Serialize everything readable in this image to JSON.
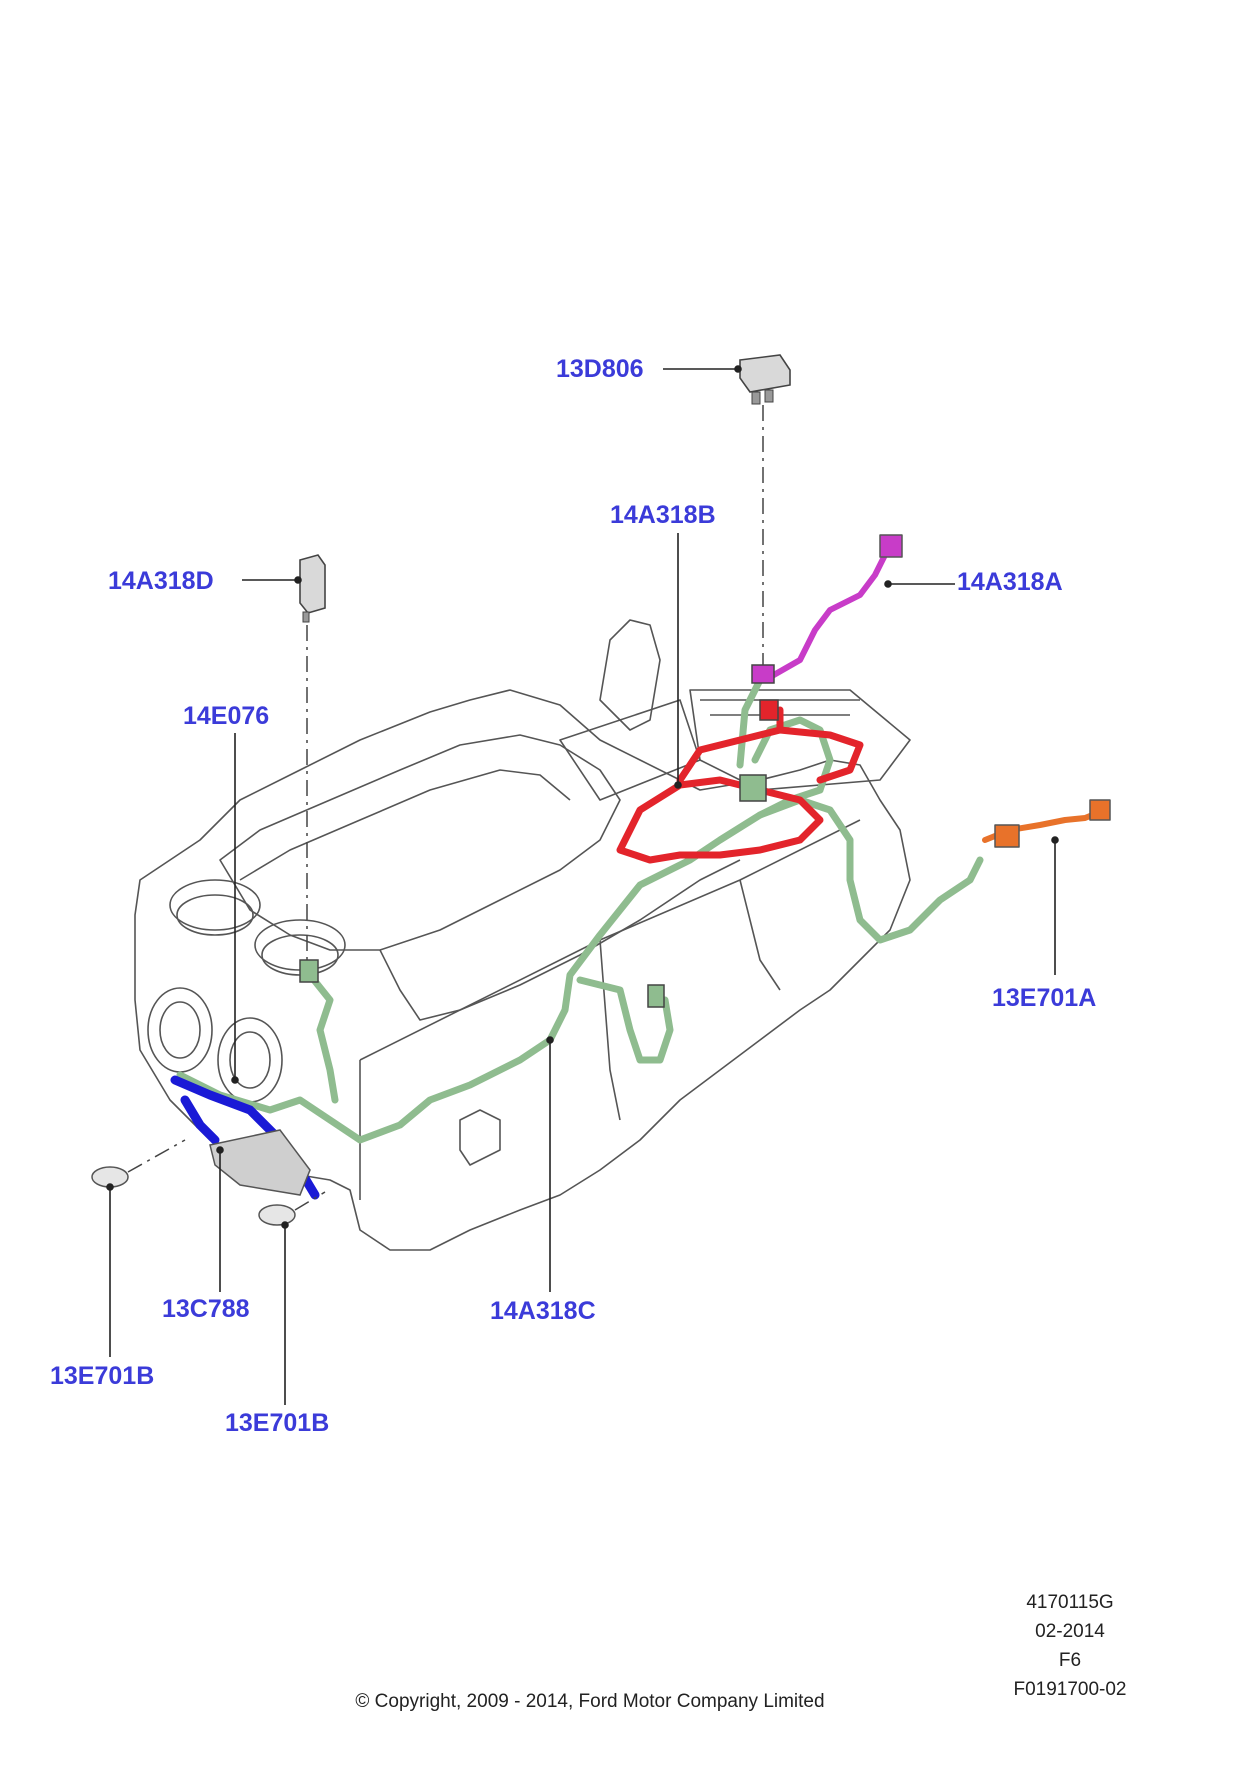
{
  "labels": {
    "p13D806": "13D806",
    "p14A318B": "14A318B",
    "p14A318A": "14A318A",
    "p14A318D": "14A318D",
    "p14E076": "14E076",
    "p13E701A": "13E701A",
    "p13C788": "13C788",
    "p14A318C": "14A318C",
    "p13E701B_left": "13E701B",
    "p13E701B_right": "13E701B"
  },
  "footer": {
    "illustration_number": "4170115G",
    "date": "02-2014",
    "sheet": "F6",
    "figure_id": "F0191700-02",
    "copyright": "© Copyright, 2009 - 2014, Ford Motor Company Limited"
  },
  "colors": {
    "label_blue": "#3b3bd9",
    "harness_green": "#8fbc8f",
    "harness_red": "#e3242b",
    "harness_blue": "#1a1ad6",
    "harness_magenta": "#c83cc8",
    "harness_orange": "#e8722a",
    "outline": "#555555"
  }
}
